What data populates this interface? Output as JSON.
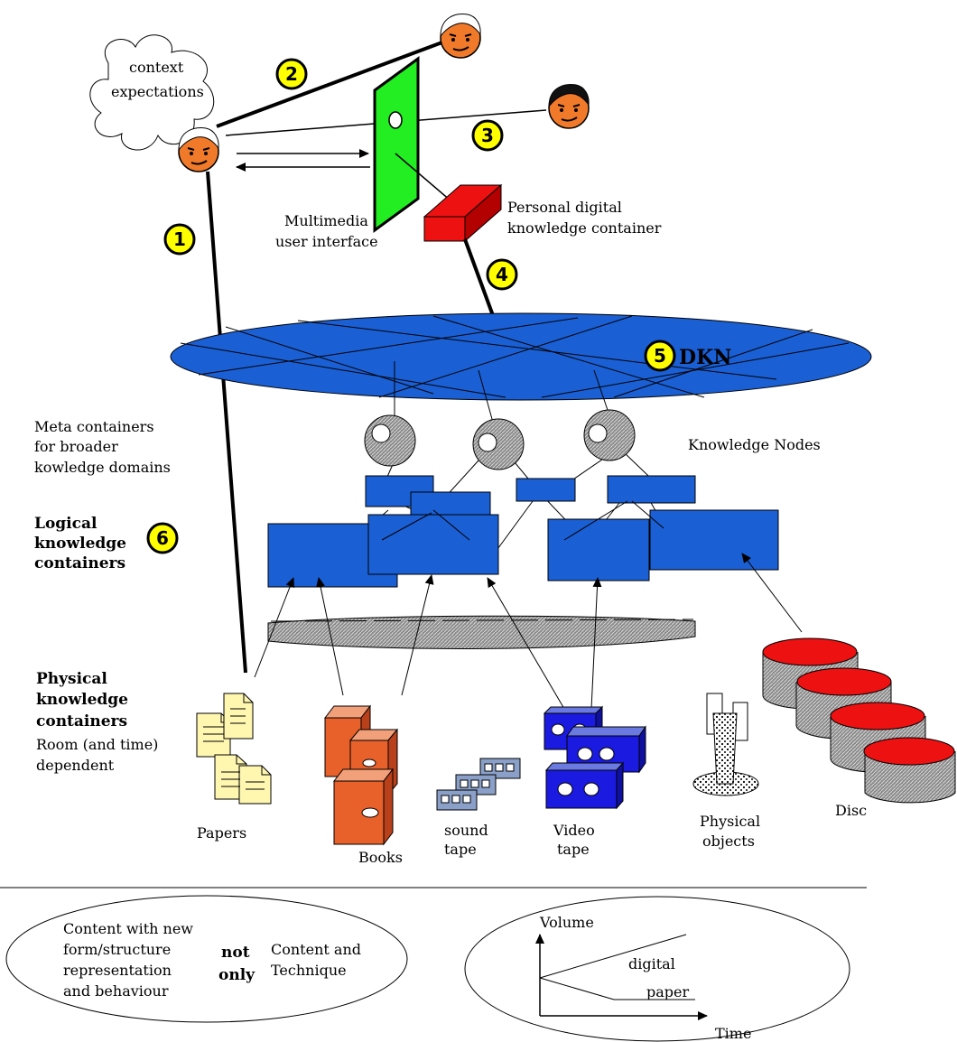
{
  "labels": {
    "context": "context",
    "expectations": "expectations",
    "multimedia": "Multimedia",
    "user_interface": "user interface",
    "pdkc_line1": "Personal digital",
    "pdkc_line2": "knowledge container",
    "dkn": "DKN",
    "meta_line1": "Meta containers",
    "meta_line2": "for broader",
    "meta_line3": "kowledge domains",
    "knowledge_nodes": "Knowledge Nodes",
    "logical_line1": "Logical",
    "logical_line2": "knowledge",
    "logical_line3": "containers",
    "physical_line1": "Physical",
    "physical_line2": "knowledge",
    "physical_line3": "containers",
    "room_line1": "Room (and time)",
    "room_line2": "dependent",
    "papers": "Papers",
    "books": "Books",
    "sound_line1": "sound",
    "sound_line2": "tape",
    "video_line1": "Video",
    "video_line2": "tape",
    "physobj_line1": "Physical",
    "physobj_line2": "objects",
    "disc": "Disc"
  },
  "numbers": [
    "1",
    "2",
    "3",
    "4",
    "5",
    "6"
  ],
  "bottom_left": {
    "line1": "Content with new",
    "line2": "form/structure",
    "line3": "representation",
    "line4": "and behaviour",
    "not": "not",
    "only": "only",
    "ct_line1": "Content and",
    "ct_line2": "Technique"
  },
  "bottom_right": {
    "volume": "Volume",
    "digital": "digital",
    "paper": "paper",
    "time": "Time"
  },
  "colors": {
    "blue": "#1a5fd4",
    "face": "#f07a2a",
    "green": "#22ee22",
    "red": "#ee1111",
    "yellow": "#ffff00",
    "paper": "#fff6b0",
    "book": "#e8602a",
    "gray": "#9a9a9a"
  }
}
